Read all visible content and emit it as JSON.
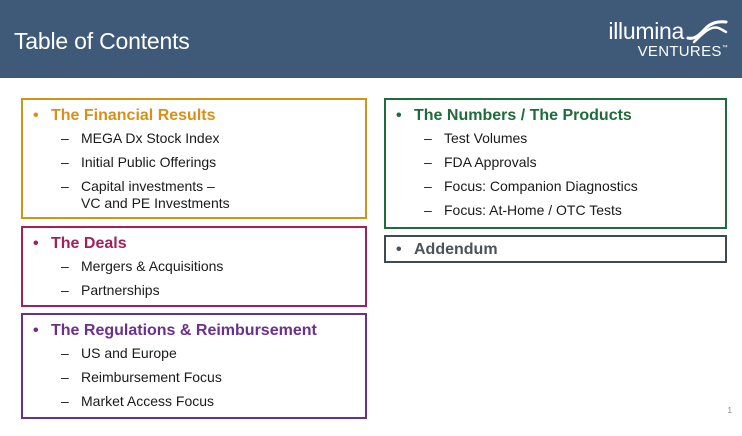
{
  "header": {
    "title": "Table of Contents",
    "logo_wordmark": "illumina",
    "logo_sub": "VENTURES",
    "logo_tm": "™"
  },
  "colors": {
    "header_bg": "#3e5a78",
    "financial": "#d8901a",
    "deals": "#a2215d",
    "regulations": "#6b2f8f",
    "numbers": "#1f6b3a",
    "addendum": "#4a5359"
  },
  "sections": {
    "financial": {
      "heading": "The Financial Results",
      "items": [
        "MEGA Dx Stock Index",
        "Initial Public Offerings",
        "Capital investments –",
        "VC and PE Investments"
      ]
    },
    "deals": {
      "heading": "The Deals",
      "items": [
        "Mergers & Acquisitions",
        "Partnerships"
      ]
    },
    "regulations": {
      "heading": "The Regulations & Reimbursement",
      "items": [
        "US and Europe",
        "Reimbursement Focus",
        "Market Access Focus"
      ]
    },
    "numbers": {
      "heading": "The Numbers / The Products",
      "items": [
        "Test Volumes",
        "FDA Approvals",
        "Focus: Companion Diagnostics",
        "Focus: At-Home / OTC Tests"
      ]
    },
    "addendum": {
      "heading": "Addendum"
    }
  },
  "bullet": "•",
  "dash": "–",
  "page_number": "1"
}
